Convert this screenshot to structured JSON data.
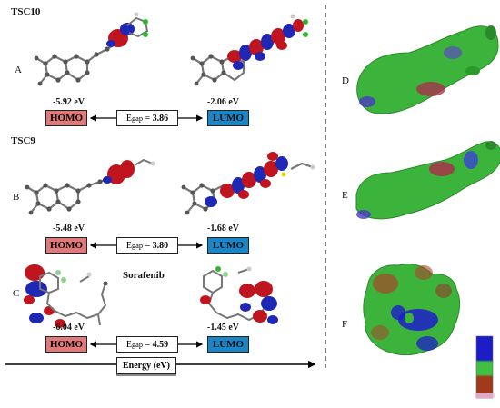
{
  "compounds": [
    {
      "name": "TSC10",
      "row_label": "A",
      "homo_energy": "-5.92 eV",
      "lumo_energy": "-2.06 eV",
      "gap": "3.86"
    },
    {
      "name": "TSC9",
      "row_label": "B",
      "homo_energy": "-5.48 eV",
      "lumo_energy": "-1.68 eV",
      "gap": "3.80"
    },
    {
      "name": "Sorafenib",
      "row_label": "C",
      "homo_energy": "-6.04 eV",
      "lumo_energy": "-1.45 eV",
      "gap": "4.59"
    }
  ],
  "labels": {
    "homo": "HOMO",
    "lumo": "LUMO",
    "gap_prefix": "E",
    "gap_sub": "gap",
    "gap_eq": " = "
  },
  "map_labels": [
    "D",
    "E",
    "F"
  ],
  "axis_label": "Energy (eV)",
  "colors": {
    "homo": "#e07a7a",
    "lumo": "#1a86c8",
    "positive_lobe": "#c0141e",
    "negative_lobe": "#1e28b4",
    "esp_green": "#3cb43c"
  }
}
